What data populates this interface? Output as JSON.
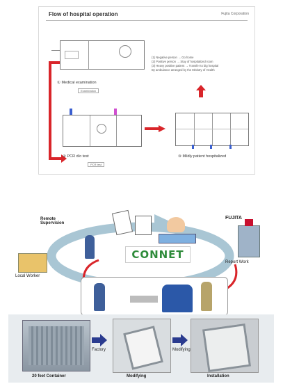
{
  "slide1": {
    "title": "Flow of hospital operation",
    "company": "Fujita Corporation",
    "steps": [
      {
        "label": "① Medical examination",
        "sub": "Examination"
      },
      {
        "label": "② PCR d/o test",
        "sub": "PCR test"
      },
      {
        "label": "③ Mildly patient hospitalized",
        "sub": ""
      }
    ],
    "notes": [
      "(1) Negative person → Go home",
      "(2) Positive person → Stay of hospitalized room",
      "(3) Heavy positive patient → Transfer to big hospital",
      "By ambulance arranged by the Ministry of Health"
    ],
    "colors": {
      "flow_arrow": "#d9252a",
      "plan_line": "#777777"
    }
  },
  "slide2": {
    "remote": "Remote\nSupervision",
    "client": "FUJITA",
    "local": "Local Worker",
    "report": "Report Work",
    "connet": "CONNET",
    "container": "20 feet Container",
    "factory_label": "Factory",
    "modifying": "Modifying",
    "installation": "Installation",
    "colors": {
      "ring": "#a9c6d4",
      "arrow_red": "#d9252a",
      "arrow_navy": "#2a3b8f",
      "connet_green": "#2e8b3a"
    }
  }
}
